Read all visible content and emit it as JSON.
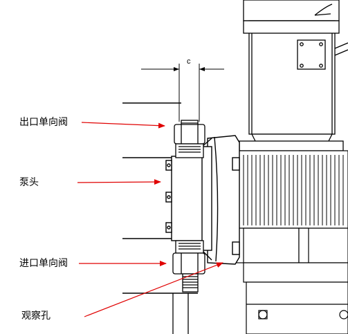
{
  "labels": {
    "outlet_check_valve": "出口单向阀",
    "pump_head": "泵头",
    "inlet_check_valve": "进口单向阀",
    "sight_hole": "观察孔"
  },
  "dimension": {
    "c_label": "c"
  },
  "colors": {
    "arrow": "#e00000",
    "line": "#000000",
    "fill_light": "#ffffff",
    "fill_shade": "#dddddd"
  }
}
